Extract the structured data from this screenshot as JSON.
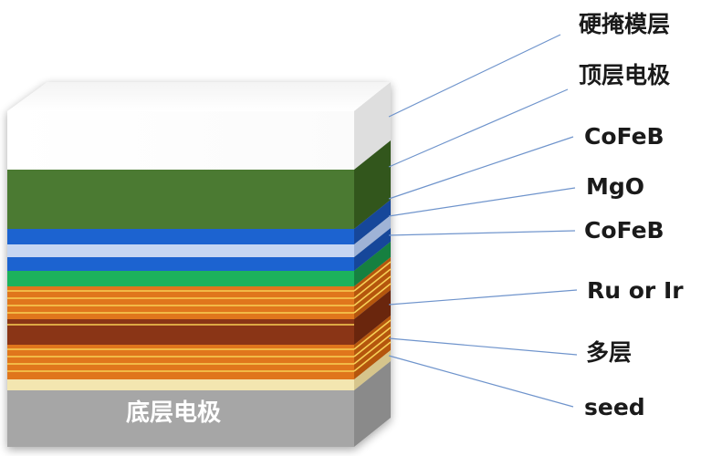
{
  "diagram": {
    "bottom_electrode_label": "底层电极",
    "layers": [
      {
        "id": "hard-mask",
        "label": "硬掩模层",
        "color": "#ffffff"
      },
      {
        "id": "top-electrode",
        "label": "顶层电极",
        "color": "#4b7a33"
      },
      {
        "id": "cofeb-top",
        "label": "CoFeB",
        "color": "#1f63d0"
      },
      {
        "id": "mgo",
        "label": "MgO",
        "color": "#c6d6f2"
      },
      {
        "id": "cofeb-bottom",
        "label": "CoFeB",
        "color": "#1f63d0"
      },
      {
        "id": "ru-or-ir",
        "label": "Ru or Ir",
        "color": "#1db25c"
      },
      {
        "id": "multilayer",
        "label": "多层",
        "color": "#e0761f"
      },
      {
        "id": "seed",
        "label": "seed",
        "color": "#f3e6b0"
      },
      {
        "id": "bottom-electrode",
        "label": "底层电极",
        "color": "#a6a6a6"
      }
    ],
    "colors": {
      "leader_line": "#6f94cc",
      "dark_stripe": "#8a3512",
      "stripe_line": "#f7cf55"
    }
  }
}
